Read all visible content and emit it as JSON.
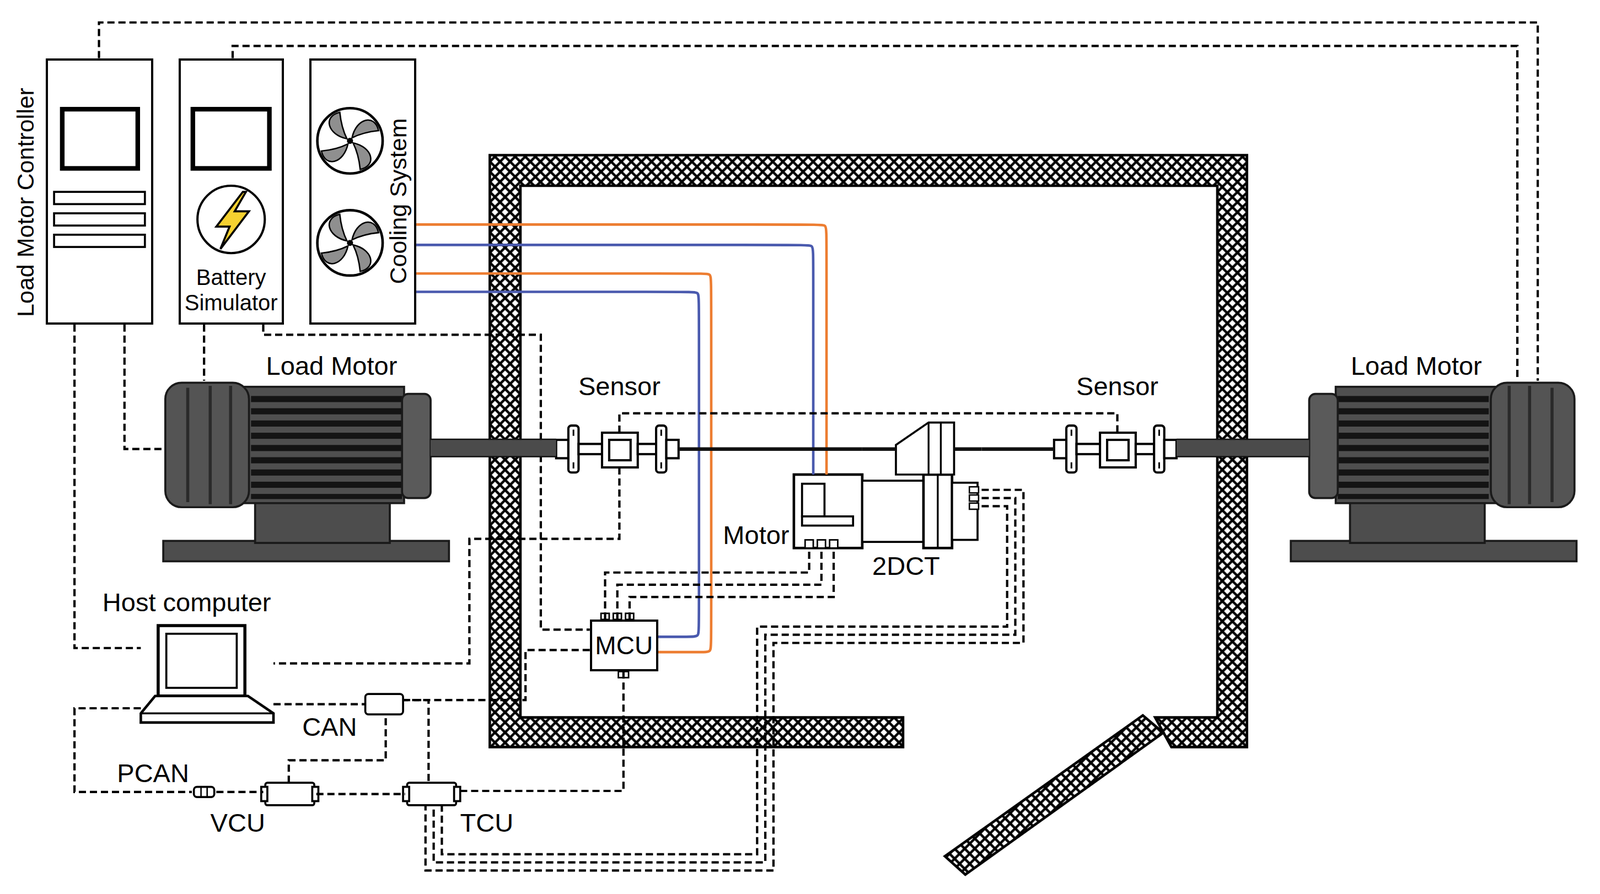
{
  "diagram": {
    "nodes": [
      {
        "text": [
          "Load Motor Controller"
        ]
      },
      {
        "text": [
          "Battery Simulator"
        ]
      },
      {
        "text": [
          "Cooling System"
        ]
      },
      {
        "text": [
          "Load Motor"
        ]
      },
      {
        "text": [
          "Sensor"
        ]
      },
      {
        "text": [
          "Motor"
        ]
      },
      {
        "text": [
          "2DCT"
        ]
      },
      {
        "text": [
          "Sensor"
        ]
      },
      {
        "text": [
          "Load Motor"
        ]
      },
      {
        "text": [
          "MCU"
        ]
      },
      {
        "text": [
          "Host computer"
        ]
      },
      {
        "text": [
          "CAN"
        ]
      },
      {
        "text": [
          "PCAN"
        ]
      },
      {
        "text": [
          "VCU"
        ]
      },
      {
        "text": [
          "TCU"
        ]
      }
    ],
    "edges": [
      {
        "from": 0,
        "to": 10,
        "arrow": "none"
      },
      {
        "from": 0,
        "to": 3,
        "arrow": "none"
      },
      {
        "from": 0,
        "to": 8,
        "arrow": "none"
      },
      {
        "from": 1,
        "to": 3,
        "arrow": "none"
      },
      {
        "from": 1,
        "to": 8,
        "arrow": "none"
      },
      {
        "from": 1,
        "to": 9,
        "arrow": "none"
      },
      {
        "from": 2,
        "to": 5,
        "arrow": "none"
      },
      {
        "from": 2,
        "to": 5,
        "arrow": "none"
      },
      {
        "from": 2,
        "to": 9,
        "arrow": "none"
      },
      {
        "from": 2,
        "to": 9,
        "arrow": "none"
      },
      {
        "from": 4,
        "to": 10,
        "arrow": "none"
      },
      {
        "from": 10,
        "to": 11,
        "arrow": "none"
      },
      {
        "from": 10,
        "to": 12,
        "arrow": "none"
      },
      {
        "from": 12,
        "to": 13,
        "arrow": "none"
      },
      {
        "from": 13,
        "to": 11,
        "arrow": "none"
      },
      {
        "from": 13,
        "to": 14,
        "arrow": "none"
      },
      {
        "from": 11,
        "to": 14,
        "arrow": "none"
      },
      {
        "from": 9,
        "to": 11,
        "arrow": "none"
      },
      {
        "from": 9,
        "to": 14,
        "arrow": "none"
      },
      {
        "from": 9,
        "to": 5,
        "arrow": "none"
      },
      {
        "from": 6,
        "to": 14,
        "arrow": "none"
      },
      {
        "from": 3,
        "to": 4,
        "arrow": "none"
      },
      {
        "from": 4,
        "to": 6,
        "arrow": "none"
      },
      {
        "from": 6,
        "to": 7,
        "arrow": "none"
      },
      {
        "from": 7,
        "to": 8,
        "arrow": "none"
      },
      {
        "from": 4,
        "to": 7,
        "arrow": "none"
      }
    ]
  }
}
